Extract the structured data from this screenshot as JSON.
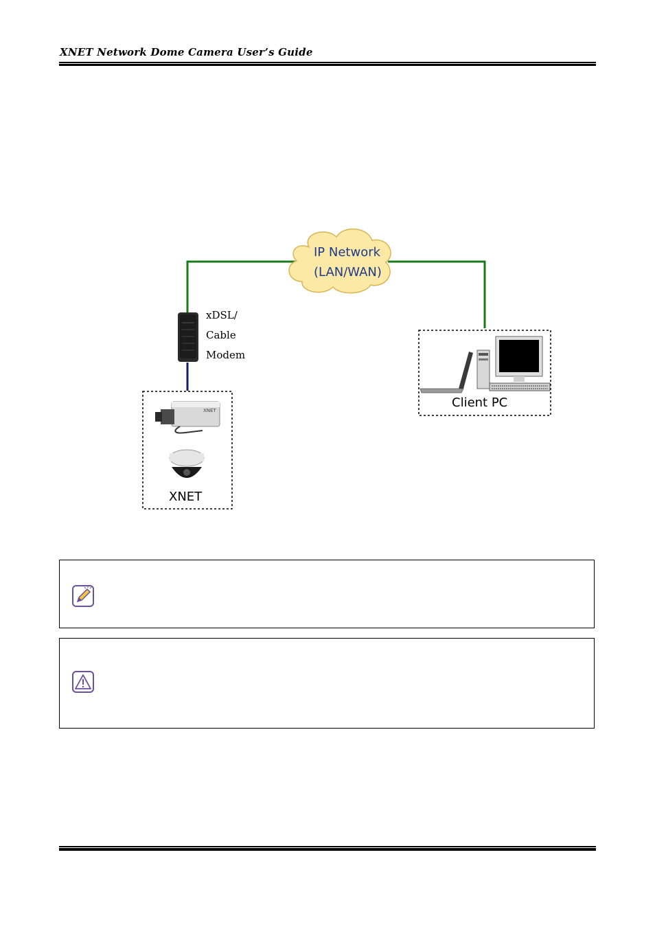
{
  "header": {
    "title": "XNET Network Dome Camera User’s Guide"
  },
  "diagram": {
    "cloud_line1": "IP Network",
    "cloud_line2": "(LAN/WAN)",
    "modem_line1": "xDSL/",
    "modem_line2": "Cable",
    "modem_line3": "Modem",
    "client_label": "Client PC",
    "xnet_label": "XNET",
    "colors": {
      "link": "#1a7a1a",
      "modem_link": "#1b1b6b",
      "cloud_fill": "#fde9a6",
      "cloud_stroke": "#d9b451"
    }
  },
  "notes": {
    "note_icon": "pencil-note-icon",
    "caution_icon": "warning-triangle-icon"
  }
}
